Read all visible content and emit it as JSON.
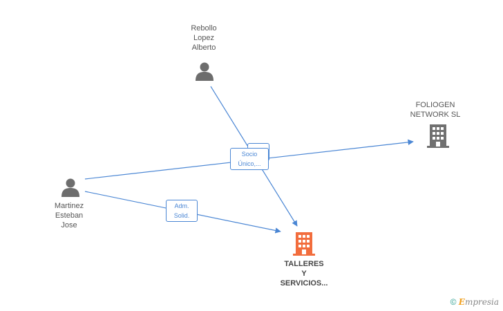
{
  "nodes": {
    "rebollo": {
      "lines": [
        "Rebollo",
        "Lopez",
        "Alberto"
      ],
      "type": "person"
    },
    "martinez": {
      "lines": [
        "Martinez",
        "Esteban",
        "Jose"
      ],
      "type": "person"
    },
    "foliogen": {
      "lines": [
        "FOLIOGEN",
        "NETWORK SL"
      ],
      "type": "company"
    },
    "talleres": {
      "lines": [
        "TALLERES",
        "Y",
        "SERVICIOS..."
      ],
      "type": "company-main"
    }
  },
  "edge_labels": {
    "socio": [
      "Socio",
      "Único,..."
    ],
    "adm": [
      "Adm.",
      "Solid."
    ]
  },
  "colors": {
    "edge": "#4a86d4",
    "person_icon": "#6d6d6d",
    "company_icon": "#707070",
    "main_company_icon": "#f26d3d"
  },
  "footer": {
    "copyright_symbol": "©",
    "brand_first": "E",
    "brand_rest": "mpresia"
  }
}
